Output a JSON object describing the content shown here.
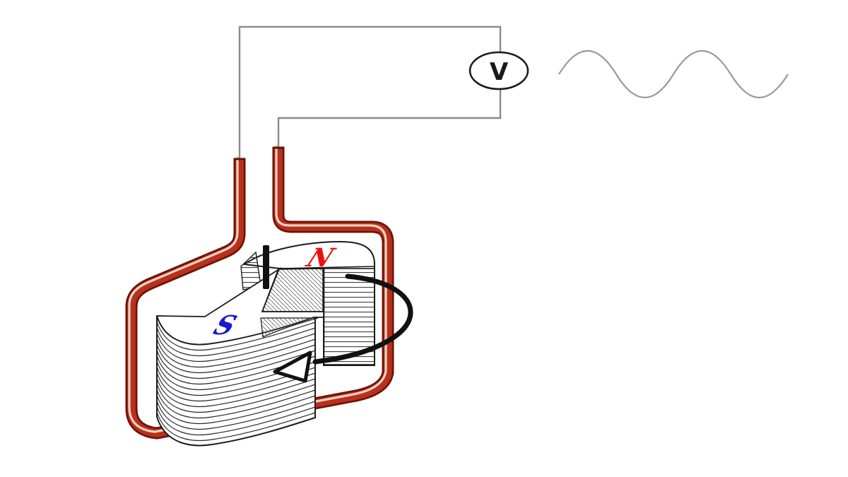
{
  "diagram": {
    "labels": {
      "voltmeter": "V",
      "north_pole": "N",
      "south_pole": "S"
    },
    "colors": {
      "coil_main": "#b8311c",
      "coil_dark_rim": "#6f1406",
      "coil_highlight": "#f0d2c6",
      "north_label": "#e8140c",
      "south_label": "#1a18cf",
      "wire_gray": "#8a8a8a",
      "sine_gray": "#9a9a9a",
      "outline_black": "#1a1a1a",
      "background": "#ffffff"
    },
    "icons": {
      "voltmeter": "voltmeter-icon",
      "sine_wave": "sine-wave-icon",
      "coil": "induction-coil",
      "magnet": "rotating-split-magnet",
      "rotation_arrow": "rotation-arrow-icon",
      "axis": "rotation-axis"
    }
  }
}
